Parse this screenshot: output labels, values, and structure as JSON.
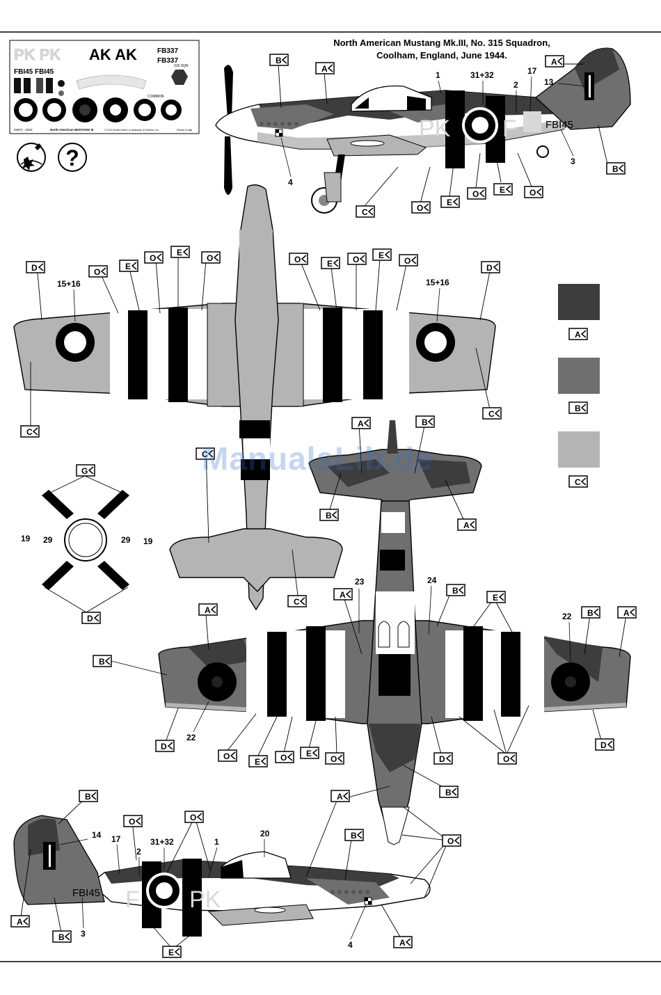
{
  "title": {
    "line1": "North American Mustang Mk.III, No. 315 Squadron,",
    "line2": "Coolham, England, June 1944."
  },
  "watermark": "ManualsLib.de",
  "colors": {
    "A": "#3d3d3d",
    "B": "#6f6f6f",
    "C": "#b4b4b4",
    "black_stripe": "#000000",
    "white": "#ffffff"
  },
  "swatches": [
    {
      "code": "A"
    },
    {
      "code": "B"
    },
    {
      "code": "C"
    }
  ],
  "decal_sheet": {
    "codes_top": "PK PK",
    "codes_mid": "AK AK",
    "serial_1": "FB337",
    "serial_2": "FB337",
    "serials_row": "FBI45 FBI45",
    "common": "COMMON",
    "squadron": "315 SQN",
    "product_no": "04872 - 0263",
    "name": "North American MUSTANG III",
    "copyright": "© 2013 Revell GmbH. A subsidiary of Hobbico, Inc.",
    "printed": "Printed in Italy"
  },
  "markings": {
    "code_pk": "PK",
    "code_f": "F",
    "serial": "FBI45"
  },
  "callouts": {
    "A": "A",
    "B": "B",
    "C": "C",
    "D": "D",
    "E": "E",
    "G": "G",
    "O": "O"
  },
  "numbers": {
    "n1": "1",
    "n2": "2",
    "n3": "3",
    "n4": "4",
    "n13": "13",
    "n14": "14",
    "n15_16": "15+16",
    "n17": "17",
    "n19": "19",
    "n20": "20",
    "n22": "22",
    "n23": "23",
    "n24": "24",
    "n29": "29",
    "n31_32": "31+32"
  }
}
